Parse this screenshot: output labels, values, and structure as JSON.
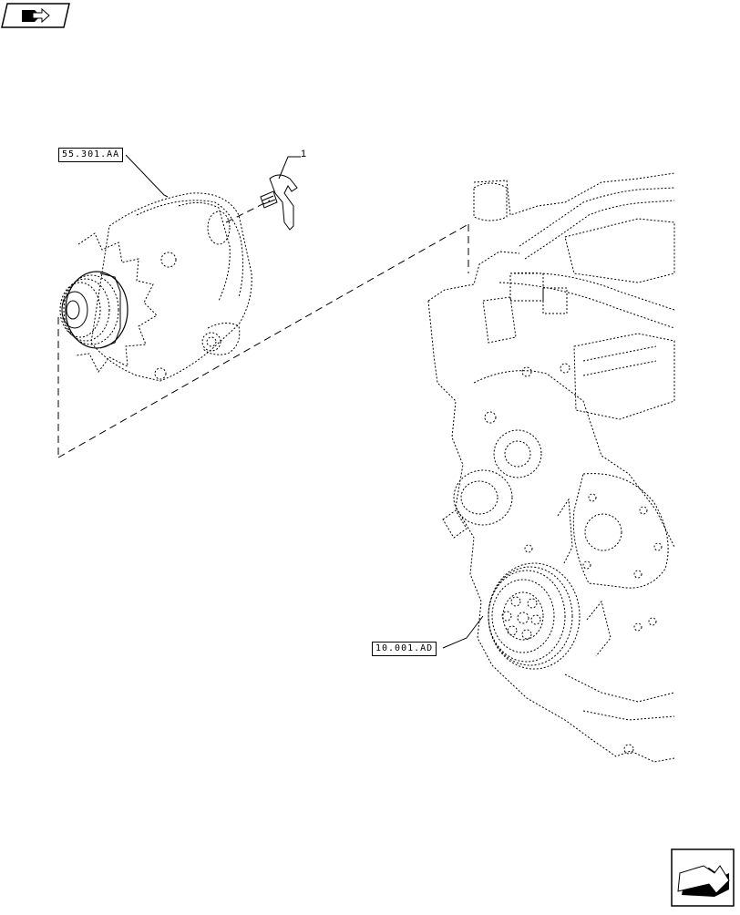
{
  "diagram": {
    "parts": [
      {
        "name": "alternator",
        "ref_label": "55.301.AA"
      },
      {
        "name": "terminal-clip",
        "callout": "1"
      },
      {
        "name": "engine",
        "ref_label": "10.001.AD"
      }
    ]
  },
  "navigation": {
    "top_left_icon": "book-arrow-icon",
    "bottom_right_icon": "next-page-arrow-icon"
  }
}
